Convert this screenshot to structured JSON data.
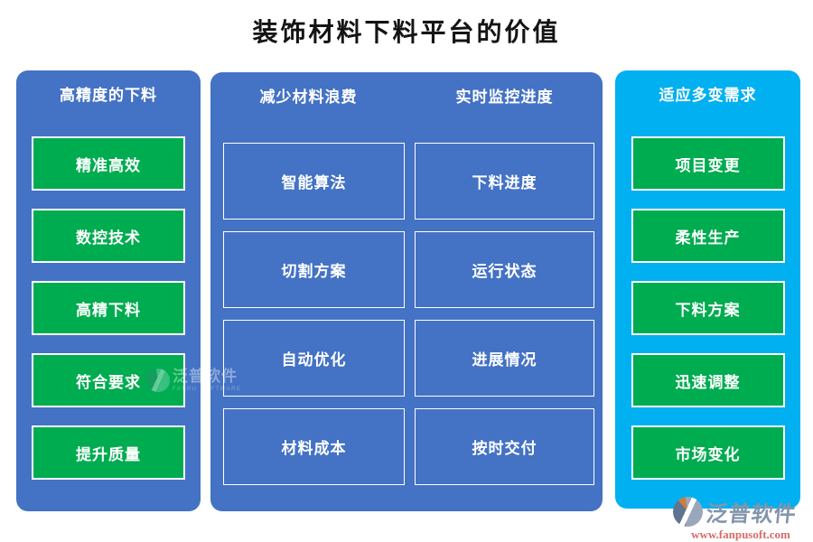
{
  "title": "装饰材料下料平台的价值",
  "panels": {
    "left": {
      "header": "高精度的下料",
      "items": [
        "精准高效",
        "数控技术",
        "高精下料",
        "符合要求",
        "提升质量"
      ]
    },
    "middle": {
      "columns": [
        {
          "header": "减少材料浪费",
          "items": [
            "智能算法",
            "切割方案",
            "自动优化",
            "材料成本"
          ]
        },
        {
          "header": "实时监控进度",
          "items": [
            "下料进度",
            "运行状态",
            "进展情况",
            "按时交付"
          ]
        }
      ]
    },
    "right": {
      "header": "适应多变需求",
      "items": [
        "项目变更",
        "柔性生产",
        "下料方案",
        "迅速调整",
        "市场变化"
      ]
    }
  },
  "watermark": {
    "icon": "fanpu-watermark-icon",
    "text": "泛普软件",
    "subtext": "FANPU SOFTWARE"
  },
  "brand": {
    "icon": "fanpu-logo-icon",
    "name": "泛普软件",
    "url": "www.fanpusoft.com"
  },
  "colors": {
    "panel_blue": "#4472C4",
    "panel_cyan": "#00B0F0",
    "button_green": "#00AC50",
    "title_text": "#141414",
    "brand_name_text": "#8495AB",
    "brand_url_text": "#D96A6A"
  }
}
